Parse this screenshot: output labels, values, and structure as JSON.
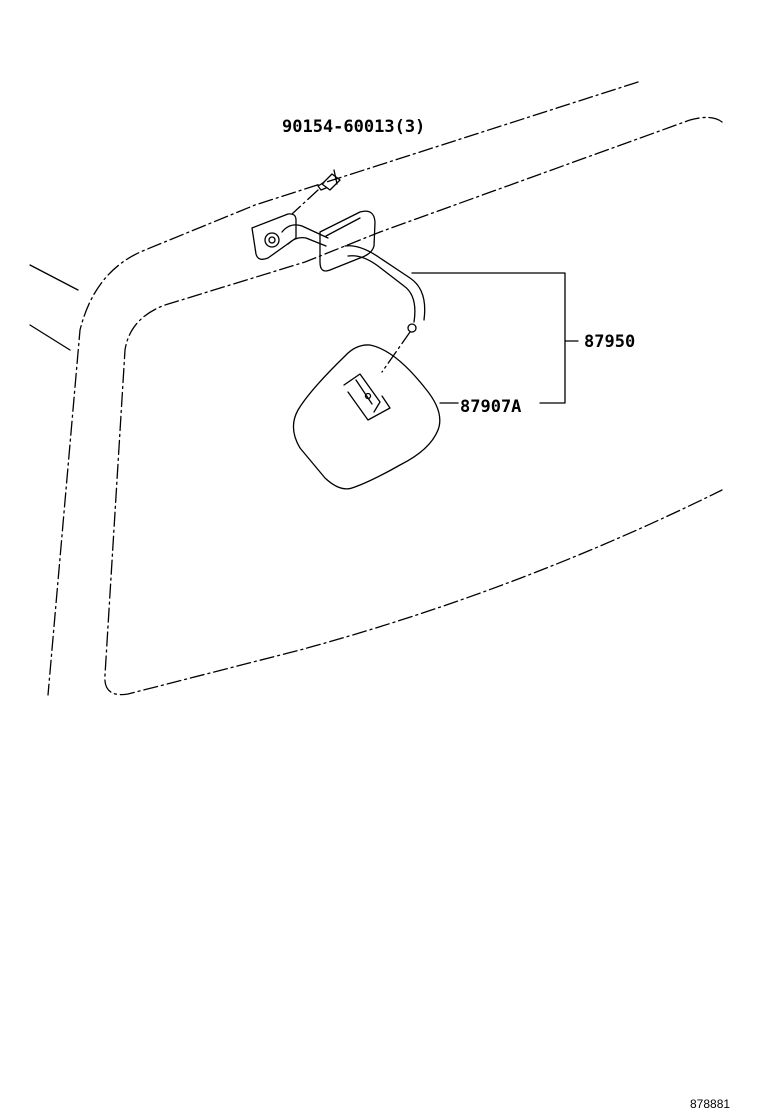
{
  "callouts": {
    "screw": "90154-60013(3)",
    "assembly": "87950",
    "mirror": "87907A"
  },
  "figure_id": "878881",
  "colors": {
    "ink": "#000000",
    "background": "#ffffff"
  }
}
